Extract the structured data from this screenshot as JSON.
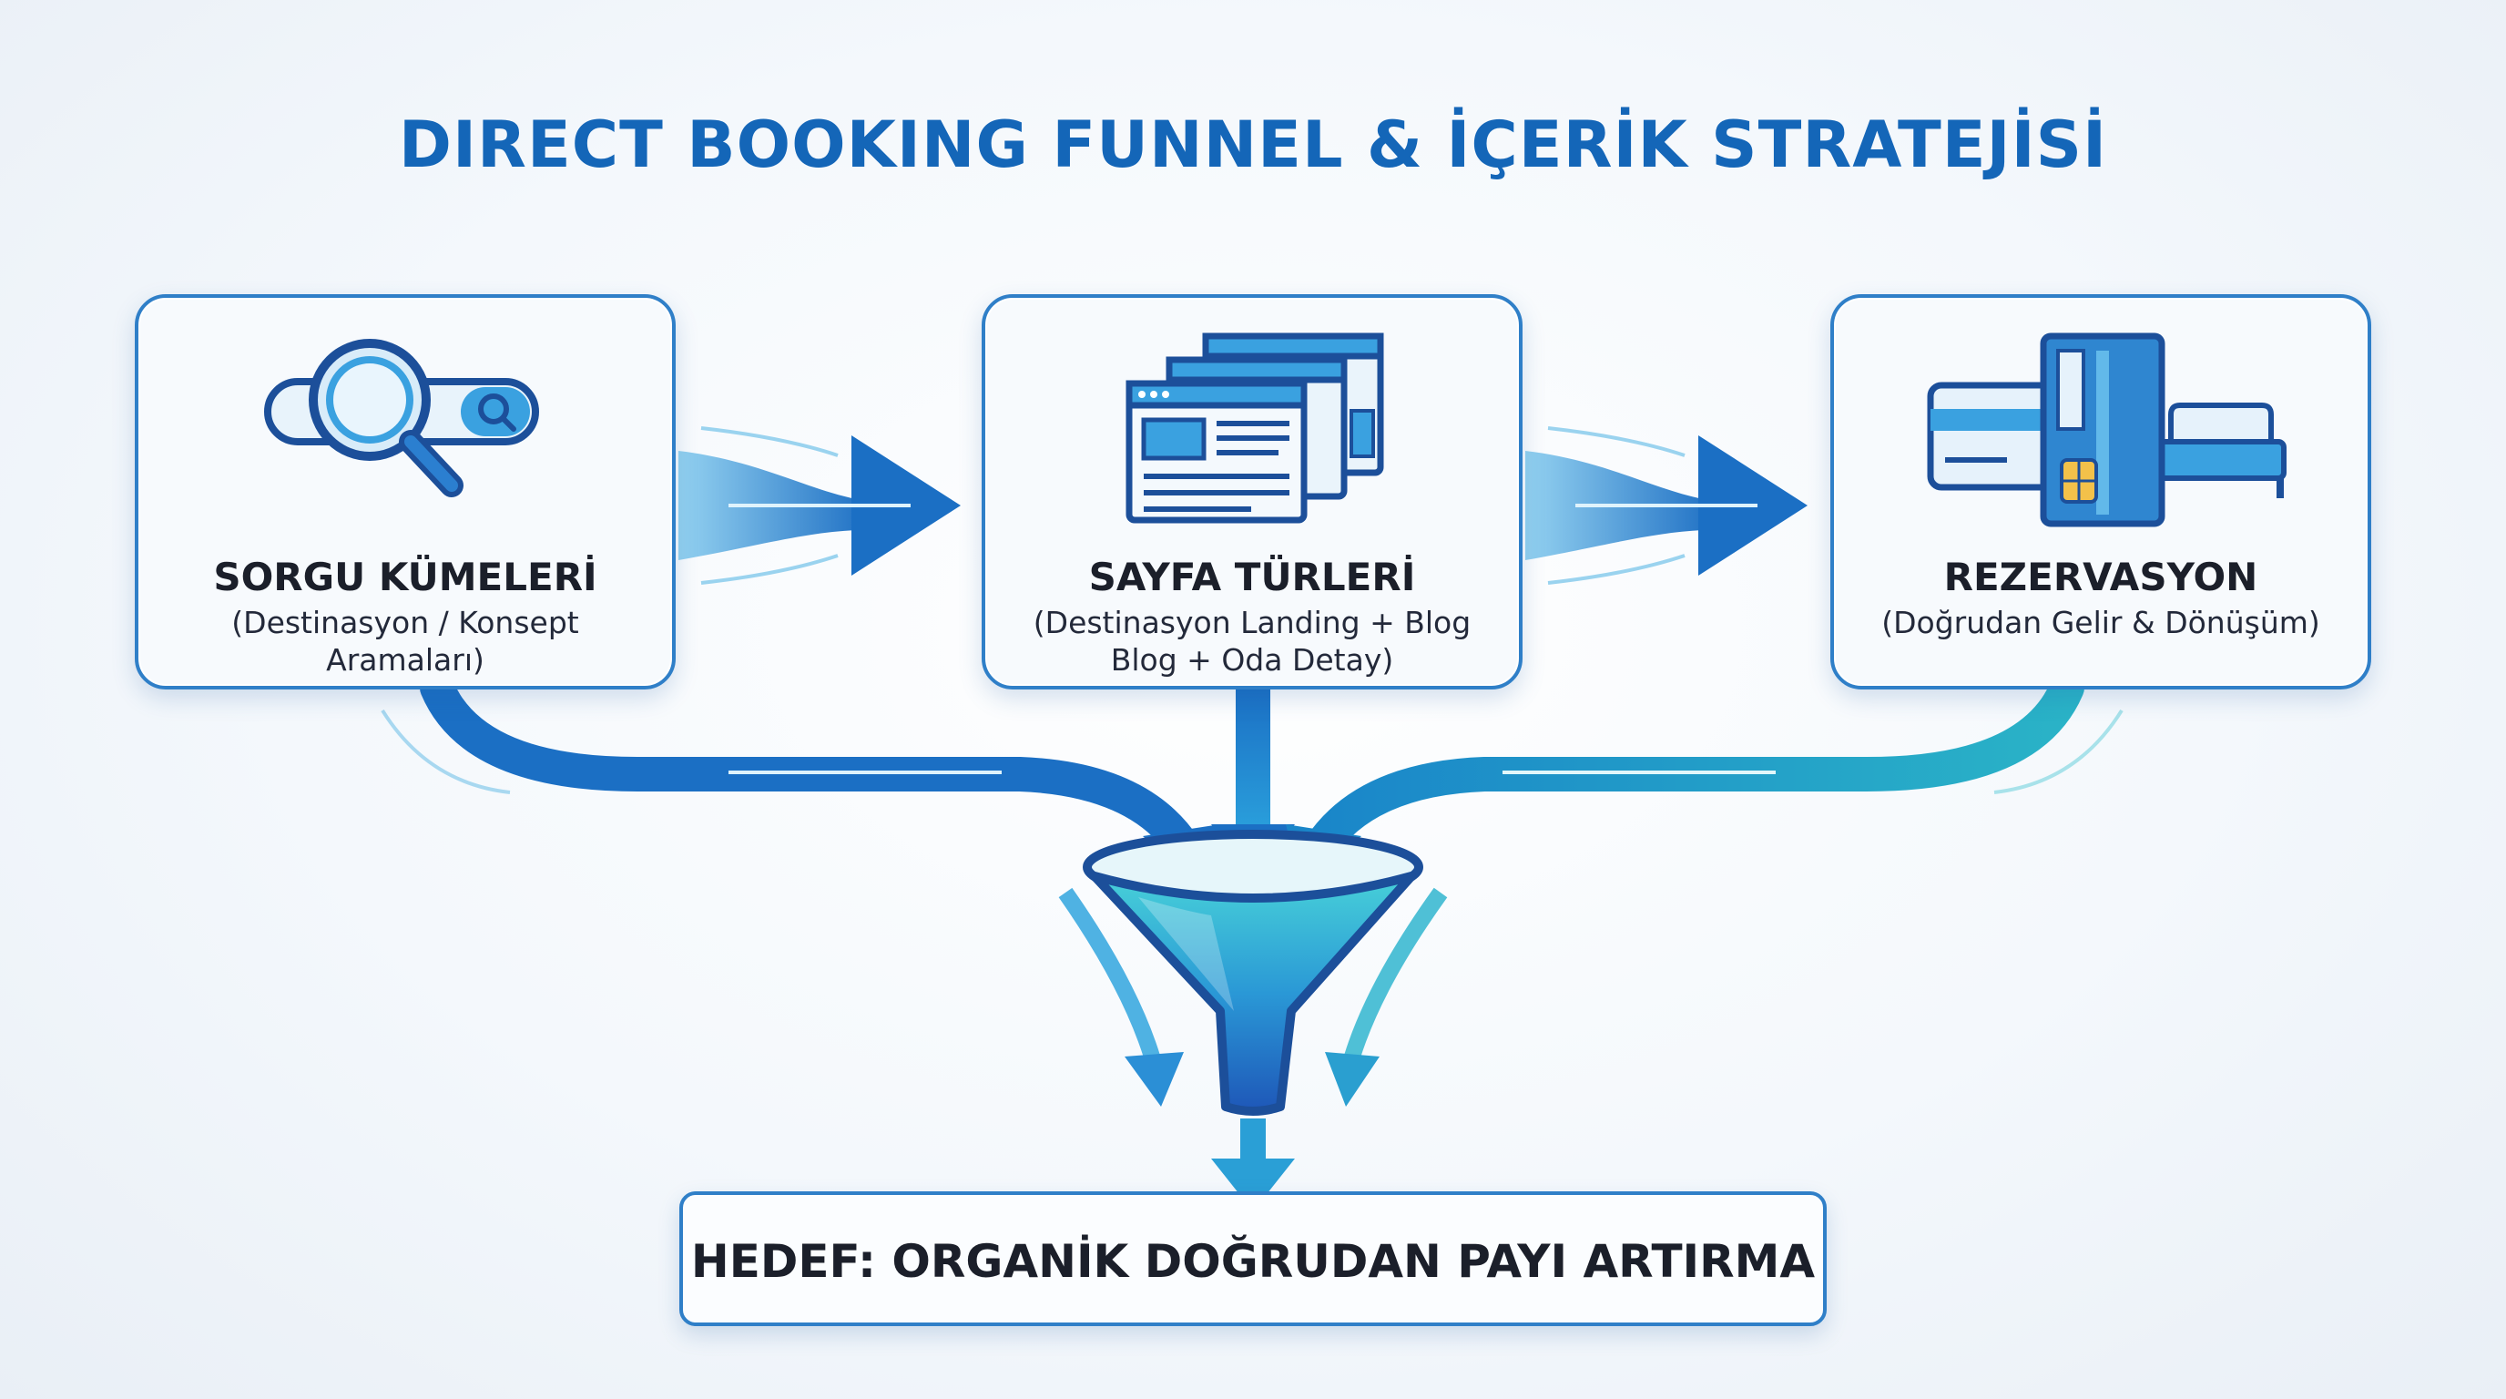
{
  "title": "DIRECT BOOKING FUNNEL & İÇERİK STRATEJİSİ",
  "steps": [
    {
      "title": "SORGU KÜMELERİ",
      "subtitle_lines": [
        "(Destinasyon / Konsept",
        "Aramaları)"
      ],
      "icon": "search-icon"
    },
    {
      "title": "SAYFA TÜRLERİ",
      "subtitle_lines": [
        "(Destinasyon Landing + Blog",
        "Blog + Oda Detay)"
      ],
      "icon": "web-pages-icon"
    },
    {
      "title": "REZERVASYON",
      "subtitle_lines": [
        "(Doğrudan Gelir & Dönüşüm)"
      ],
      "icon": "booking-card-bed-icon"
    }
  ],
  "goal": "HEDEF: ORGANİK DOĞRUDAN PAYI ARTIRMA",
  "colors": {
    "primary": "#1466b8",
    "border": "#2f7fc8",
    "accent": "#2a9fd6",
    "teal": "#34b3c2",
    "text": "#1b1f2a"
  }
}
